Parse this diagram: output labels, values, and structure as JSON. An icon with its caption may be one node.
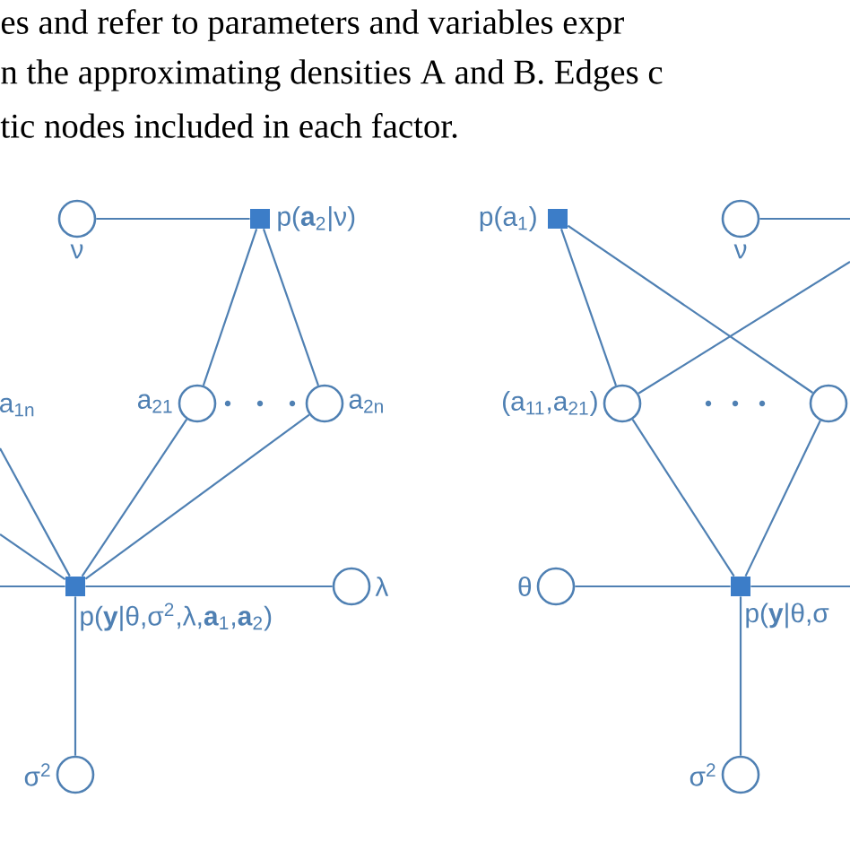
{
  "diagram": {
    "nodes": [
      {
        "text": [
          "ν"
        ]
      },
      {
        "text": [
          "p(**a**$_{2}$|ν)"
        ]
      },
      {
        "text": [
          "a$_{21}$"
        ]
      },
      {
        "text": [
          "a$_{2n}$"
        ]
      },
      {
        "text": [
          "p(**y**|θ,σ$^{2}$,λ,**a**$_{1}$,**a**$_{2}$)"
        ]
      },
      {
        "text": [
          "λ"
        ]
      },
      {
        "text": [
          "σ$^{2}$"
        ]
      },
      {
        "text": [
          "p(a$_{1}$)"
        ]
      },
      {
        "text": [
          "ν"
        ]
      },
      {
        "text": [
          "(a$_{11}$,a$_{21}$)"
        ]
      },
      {
        "text": [],
        "shape": "circle"
      },
      {
        "text": [
          "θ"
        ]
      },
      {
        "text": [
          "p(**y**|θ,σ"
        ]
      },
      {
        "text": [
          "σ$^{2}$"
        ]
      }
    ],
    "edges": [
      {
        "from": 0,
        "to": 1,
        "arrow": "none"
      },
      {
        "from": 1,
        "to": 2,
        "arrow": "none"
      },
      {
        "from": 1,
        "to": 3,
        "arrow": "none"
      },
      {
        "from": 2,
        "to": 4,
        "arrow": "none"
      },
      {
        "from": 3,
        "to": 4,
        "arrow": "none"
      },
      {
        "from": 4,
        "to": 5,
        "arrow": "none"
      },
      {
        "from": 4,
        "to": 6,
        "arrow": "none"
      },
      {
        "from": null,
        "to": 4,
        "arrow": "none"
      },
      {
        "from": null,
        "to": 4,
        "arrow": "none"
      },
      {
        "from": null,
        "to": 4,
        "arrow": "none"
      },
      {
        "from": 7,
        "to": 9,
        "arrow": "none"
      },
      {
        "from": 7,
        "to": 10,
        "arrow": "none"
      },
      {
        "from": 8,
        "to": null,
        "arrow": "none"
      },
      {
        "from": 9,
        "to": null,
        "arrow": "none"
      },
      {
        "from": 9,
        "to": 12,
        "arrow": "none"
      },
      {
        "from": 10,
        "to": 12,
        "arrow": "none"
      },
      {
        "from": 11,
        "to": 12,
        "arrow": "none"
      },
      {
        "from": 12,
        "to": null,
        "arrow": "none"
      },
      {
        "from": 12,
        "to": 13,
        "arrow": "none"
      }
    ],
    "labels": [
      "es and refer to parameters and variables expr",
      "n the approximating densities A and B. Edges c",
      "tic nodes included in each factor.",
      "a$_{1n}$"
    ]
  }
}
